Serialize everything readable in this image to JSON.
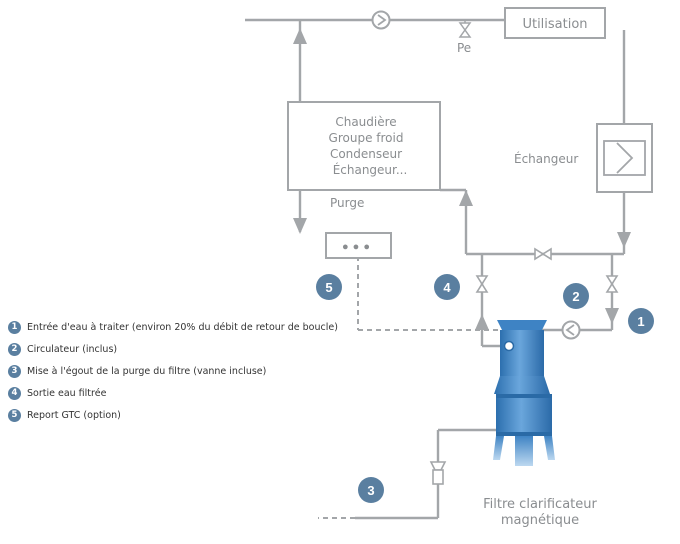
{
  "colors": {
    "pipe": "#a3a6a9",
    "badge": "#5a7fa0",
    "filter": "#3f84c4",
    "text": "#8a8d90"
  },
  "boxes": {
    "utilisation": "Utilisation",
    "plant_lines": [
      "Chaudière",
      "Groupe froid",
      "Condenseur",
      "Échangeur..."
    ],
    "exchanger": "Échangeur"
  },
  "labels": {
    "pe": "Pe",
    "purge": "Purge",
    "filter": [
      "Filtre clarificateur",
      "magnétique"
    ],
    "gtc_dots": "●●●"
  },
  "badges": [
    "1",
    "2",
    "3",
    "4",
    "5"
  ],
  "legend": [
    {
      "num": "1",
      "text": "Entrée d'eau à traiter (environ 20% du débit de retour de boucle)"
    },
    {
      "num": "2",
      "text": "Circulateur (inclus)"
    },
    {
      "num": "3",
      "text": "Mise à l'égout de la purge du filtre (vanne incluse)"
    },
    {
      "num": "4",
      "text": "Sortie eau filtrée"
    },
    {
      "num": "5",
      "text": "Report GTC (option)"
    }
  ]
}
